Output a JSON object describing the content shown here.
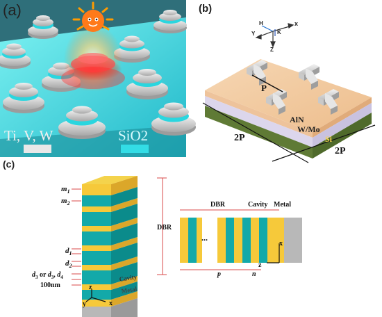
{
  "panels": {
    "a": {
      "label": "(a)",
      "legend": [
        {
          "text": "Ti, V, W",
          "color": "#e8e8e8"
        },
        {
          "text": "SiO2",
          "color": "#33dde6"
        }
      ]
    },
    "b": {
      "label": "(b)",
      "axes": {
        "h": "H",
        "x": "x",
        "y": "Y",
        "k": "K",
        "z": "Z"
      },
      "layers": {
        "top": "AlN",
        "middle": "W/Mo",
        "bottom": "Si"
      },
      "period_label": "P",
      "dim_left": "2P",
      "dim_right": "2P"
    },
    "c": {
      "label": "(c)",
      "left_labels": {
        "m1": "m",
        "m1_sub": "1",
        "m2": "m",
        "m2_sub": "2",
        "d1": "d",
        "d1_sub": "1",
        "d2": "d",
        "d2_sub": "2",
        "d3_a": "d",
        "d3_a_sub": "3",
        "d3_mid": " or ",
        "d3_b": "d",
        "d3_b_sub": "3",
        "d4_sep": ", ",
        "d4": "d",
        "d4_sub": "4",
        "thickness": "100nm"
      },
      "dbr_label": "DBR",
      "cavity_label": "Cavity",
      "metal_label": "Metal",
      "axes": {
        "z": "z",
        "y": "y",
        "x": "x"
      },
      "cross_section": {
        "dbr": "DBR",
        "cavity": "Cavity",
        "metal": "Metal",
        "ellipsis": "...",
        "p": "p",
        "n": "n",
        "x": "x",
        "z": "z"
      }
    }
  },
  "colors": {
    "teal": "#13a9a9",
    "yellow": "#f6c93a",
    "metal": "#b8b8b8",
    "aln": "#f2c9a0",
    "wmo": "#d9d4ea",
    "si": "#5f7a35",
    "arrow": "#d84a4a"
  }
}
